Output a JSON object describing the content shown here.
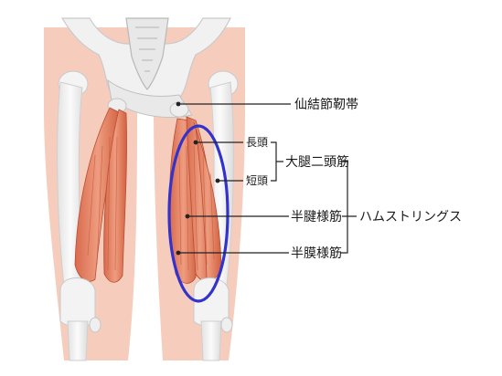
{
  "labels": {
    "sacrotuberous_ligament": "仙結節靭帯",
    "long_head": "長頭",
    "short_head": "短頭",
    "biceps_femoris": "大腿二頭筋",
    "semitendinosus": "半腱様筋",
    "semimembranosus": "半膜様筋",
    "hamstrings": "ハムストリングス"
  },
  "colors": {
    "skin": "#f6cdbd",
    "bone": "#f3f3f3",
    "bone_shade": "#d6d6d6",
    "muscle": "#e48a6d",
    "muscle_dark": "#cd5a3d",
    "highlight_ellipse": "#3333cc",
    "leader_line": "#222222"
  }
}
